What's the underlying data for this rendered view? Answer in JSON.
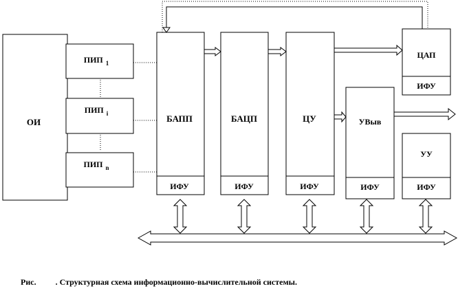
{
  "blocks": {
    "oi": "ОИ",
    "pip_1_main": "ПИП",
    "pip_1_sub": "1",
    "pip_i_main": "ПИП",
    "pip_i_sub": "i",
    "pip_n_main": "ПИП",
    "pip_n_sub": "n",
    "bapp": "БАПП",
    "bacp": "БАЦП",
    "cu": "ЦУ",
    "uvyv": "УВыв",
    "cap": "ЦАП",
    "uu": "УУ",
    "ifu": "ИФУ"
  },
  "caption": {
    "prefix": "Рис.",
    "text": ". Структурная схема информационно-вычислительной системы."
  }
}
